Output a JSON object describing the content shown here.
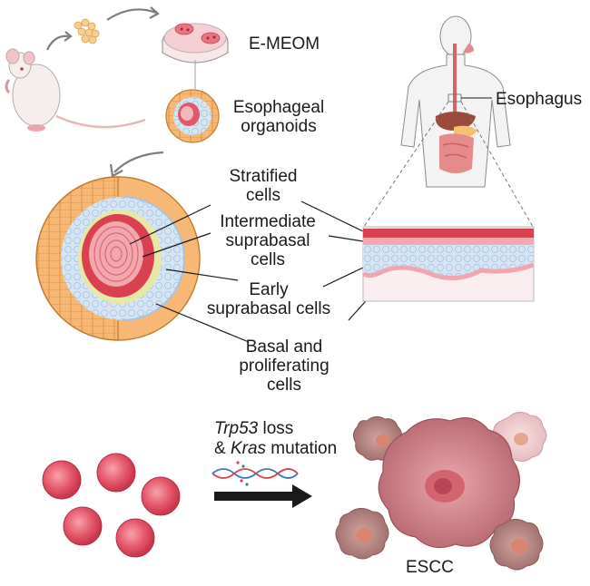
{
  "labels": {
    "e_meom": "E-MEOM",
    "organoids_line1": "Esophageal",
    "organoids_line2": "organoids",
    "esophagus": "Esophagus",
    "stratified_line1": "Stratified",
    "stratified_line2": "cells",
    "intermediate_line1": "Intermediate",
    "intermediate_line2": "suprabasal",
    "intermediate_line3": "cells",
    "early_line1": "Early",
    "early_line2": "suprabasal cells",
    "basal_line1": "Basal and",
    "basal_line2": "proliferating",
    "basal_line3": "cells",
    "trp53_gene": "Trp53",
    "trp53_rest": " loss",
    "kras_prefix": "& ",
    "kras_gene": "Kras",
    "kras_rest": " mutation",
    "escc": "ESCC"
  },
  "colors": {
    "outline": "#333333",
    "organoid_shell": "#f2b067",
    "organoid_inner": "#c9dbef",
    "stratified": "#e0596a",
    "basal_pink": "#f6c6cf",
    "tumor": "#c9757d",
    "healthy_cell": "#e5566a",
    "arrow": "#1a1a1a"
  }
}
